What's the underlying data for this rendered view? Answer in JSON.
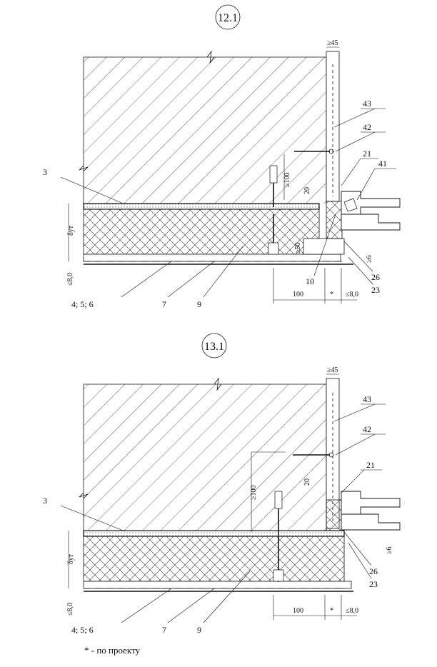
{
  "detail_12": {
    "title": "12.1",
    "dim_top": "≥45",
    "dim_100": "≥100",
    "dim_20": "20",
    "dim_50": "≥50",
    "dim_6": "≥6",
    "dim_8_left": "≤8,0",
    "dim_bottom_100": "100",
    "dim_bottom_star": "*",
    "dim_bottom_8": "≤8,0",
    "delta": "δут",
    "callouts": [
      "43",
      "42",
      "21",
      "41",
      "26",
      "23",
      "10",
      "3",
      "9",
      "7",
      "4; 5; 6"
    ]
  },
  "detail_13": {
    "title": "13.1",
    "dim_top": "≥45",
    "dim_100": "≥100",
    "dim_20": "20",
    "dim_6": "≥6",
    "dim_8_left": "≤8,0",
    "dim_bottom_100": "100",
    "dim_bottom_star": "*",
    "dim_bottom_8": "≤8,0",
    "delta": "δут",
    "callouts": [
      "43",
      "42",
      "21",
      "26",
      "23",
      "3",
      "9",
      "7",
      "4; 5; 6"
    ]
  },
  "footnote": "* - по проекту"
}
